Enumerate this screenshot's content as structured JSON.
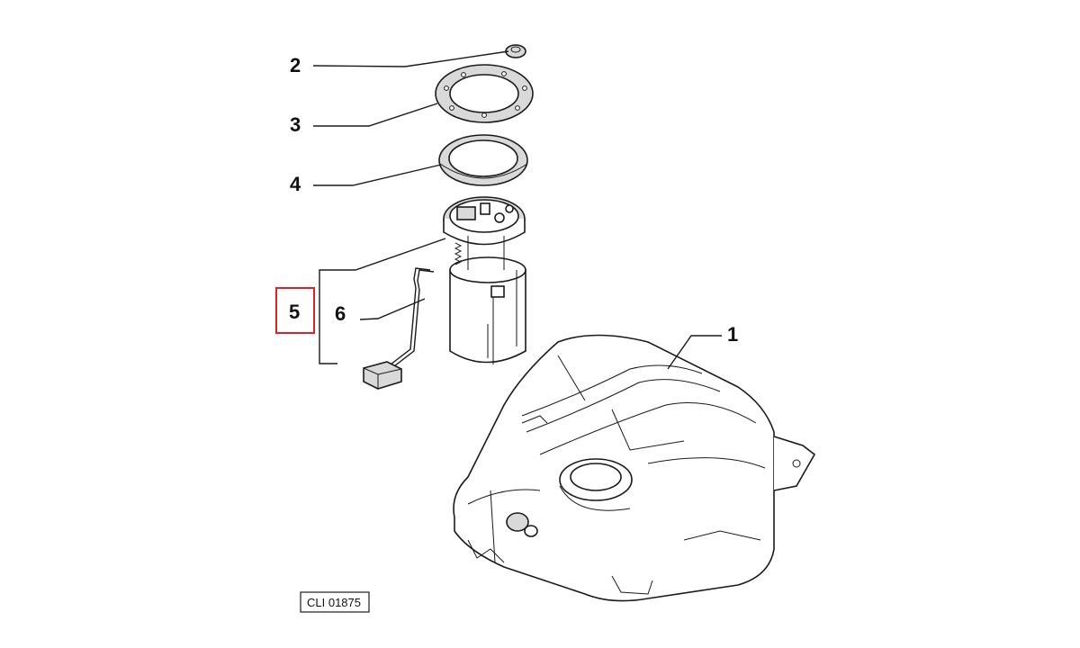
{
  "diagram": {
    "callouts": [
      {
        "id": "2",
        "label": "2"
      },
      {
        "id": "3",
        "label": "3"
      },
      {
        "id": "4",
        "label": "4"
      },
      {
        "id": "5",
        "label": "5"
      },
      {
        "id": "6",
        "label": "6"
      },
      {
        "id": "1",
        "label": "1"
      }
    ],
    "reference_code": "CLI 01875",
    "highlight": {
      "callout": "5",
      "color": "#d9232a"
    }
  }
}
